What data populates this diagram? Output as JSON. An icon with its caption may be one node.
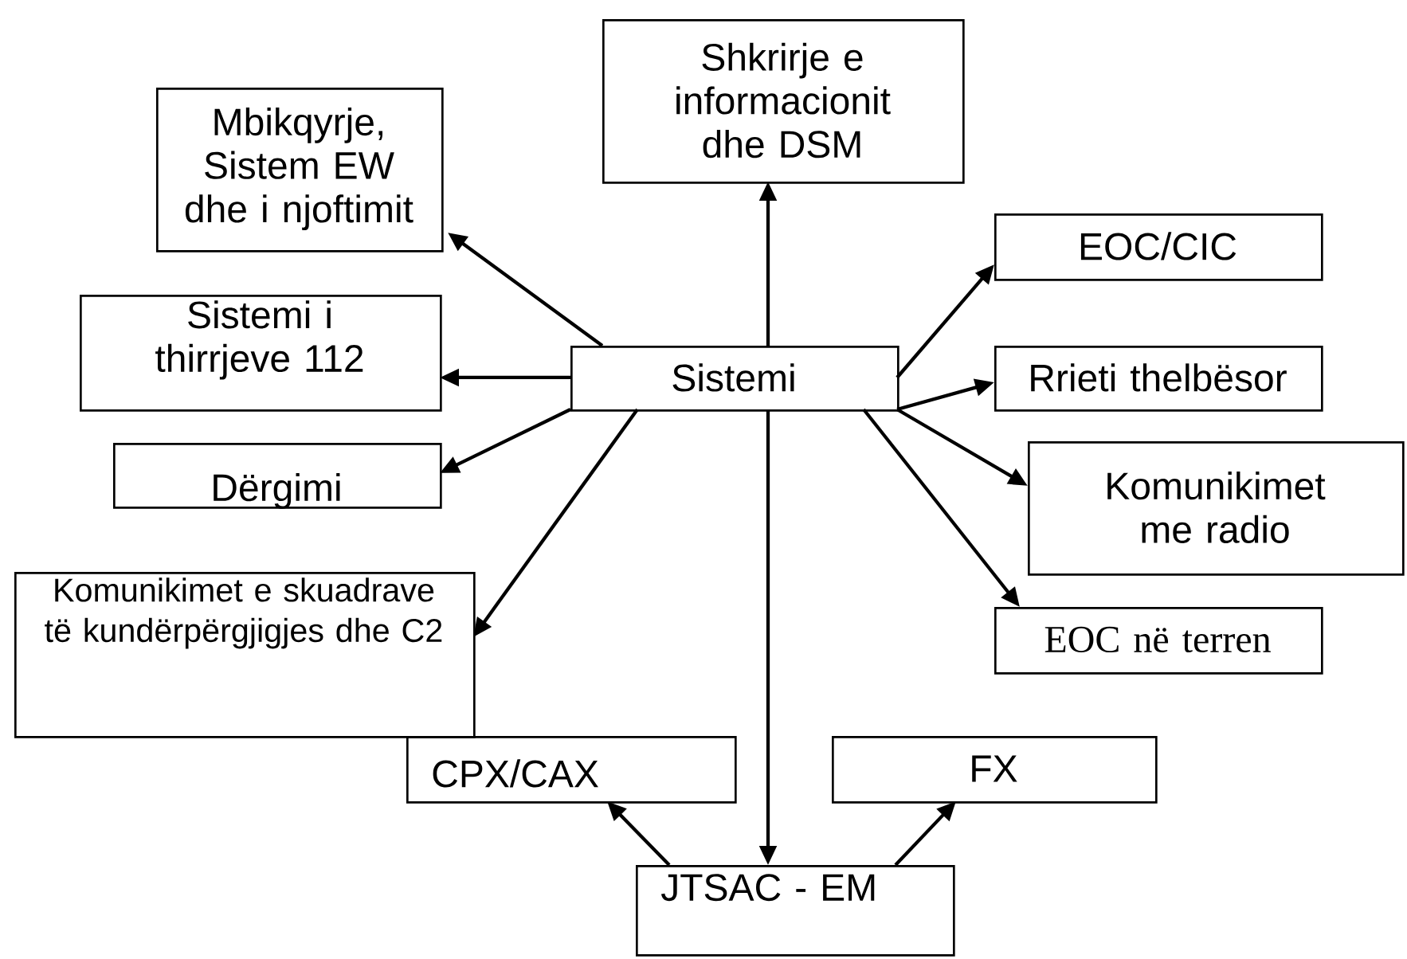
{
  "diagram": {
    "nodes": [
      {
        "text": [
          "Shkrirje e informacionit dhe DSM"
        ]
      },
      {
        "text": [
          "Mbikqyrje, Sistem EW dhe i njoftimit"
        ]
      },
      {
        "text": [
          "EOC/CIC"
        ]
      },
      {
        "text": [
          "Sistemi i thirrjeve 112"
        ]
      },
      {
        "text": [
          "Sistemi"
        ]
      },
      {
        "text": [
          "Rrieti thelbësor"
        ]
      },
      {
        "text": [
          "Dërgimi"
        ]
      },
      {
        "text": [
          "Komunikimet me radio"
        ]
      },
      {
        "text": [
          "EOC në terren"
        ]
      },
      {
        "text": [
          "Komunikimet e skuadrave të kundërpërgjigjes dhe C2"
        ]
      },
      {
        "text": [
          "CPX/CAX"
        ]
      },
      {
        "text": [
          "FX"
        ]
      },
      {
        "text": [
          "JTSAC - EM"
        ]
      }
    ],
    "edges": [
      {
        "from": 4,
        "to": 0,
        "arrow": "to"
      },
      {
        "from": 4,
        "to": 1,
        "arrow": "to"
      },
      {
        "from": 4,
        "to": 3,
        "arrow": "to"
      },
      {
        "from": 4,
        "to": 6,
        "arrow": "to"
      },
      {
        "from": 4,
        "to": 9,
        "arrow": "to"
      },
      {
        "from": 4,
        "to": 2,
        "arrow": "to"
      },
      {
        "from": 4,
        "to": 5,
        "arrow": "to"
      },
      {
        "from": 4,
        "to": 7,
        "arrow": "to"
      },
      {
        "from": 4,
        "to": 8,
        "arrow": "to"
      },
      {
        "from": 4,
        "to": 12,
        "arrow": "to"
      },
      {
        "from": 12,
        "to": 10,
        "arrow": "to"
      },
      {
        "from": 12,
        "to": 11,
        "arrow": "to"
      }
    ]
  }
}
